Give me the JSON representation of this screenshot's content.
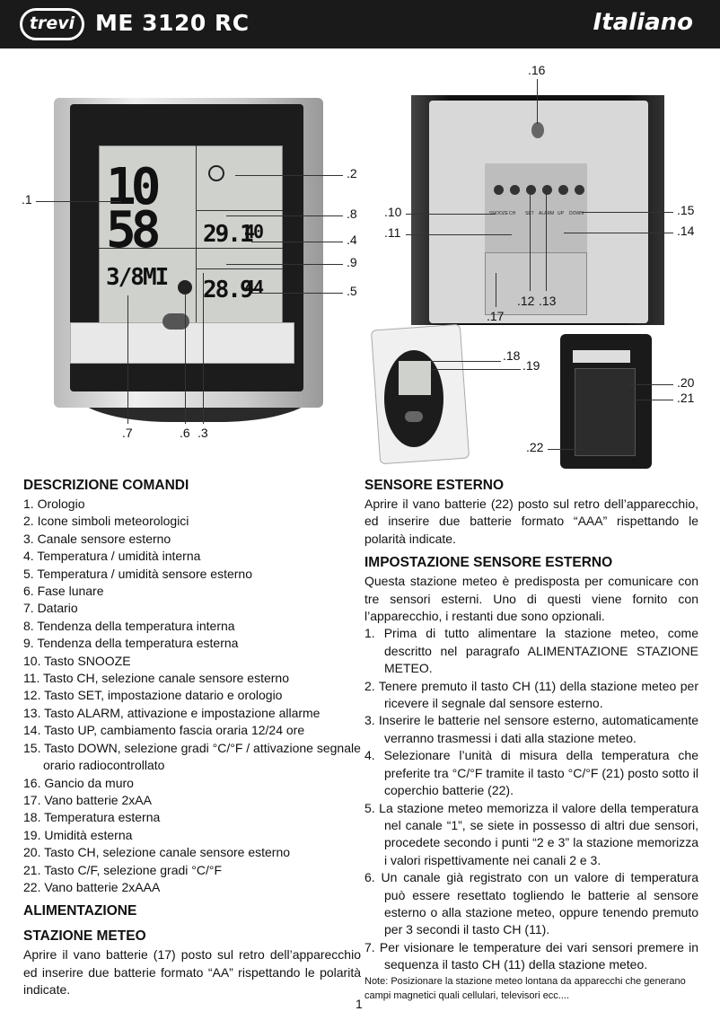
{
  "header": {
    "logo": "trevi",
    "model": "ME 3120 RC",
    "language": "Italiano"
  },
  "figure": {
    "callouts": [
      ".1",
      ".2",
      ".8",
      ".4",
      ".9",
      ".5",
      ".7",
      ".6",
      ".3",
      ".16",
      ".10",
      ".11",
      ".15",
      ".14",
      ".12",
      ".13",
      ".17",
      ".18",
      ".19",
      ".20",
      ".21",
      ".22"
    ],
    "back_buttons": [
      "SNOOZE",
      "CH",
      "SET",
      "ALARM",
      "UP",
      "DOWN"
    ]
  },
  "left": {
    "heading": "DESCRIZIONE COMANDI",
    "items": [
      "1.  Orologio",
      "2.  Icone simboli meteorologici",
      "3.  Canale sensore esterno",
      "4.  Temperatura / umidità interna",
      "5.  Temperatura / umidità sensore esterno",
      "6.  Fase lunare",
      "7.  Datario",
      "8.  Tendenza della temperatura interna",
      "9.  Tendenza della temperatura esterna",
      "10. Tasto SNOOZE",
      "11. Tasto CH, selezione canale sensore esterno",
      "12. Tasto SET, impostazione datario e orologio",
      "13. Tasto ALARM, attivazione e impostazione allarme",
      "14. Tasto UP, cambiamento fascia oraria 12/24 ore",
      "15. Tasto DOWN, selezione gradi °C/°F / attivazione segnale orario radiocontrollato",
      "16. Gancio da muro",
      "17. Vano batterie 2xAA",
      "18. Temperatura esterna",
      "19. Umidità esterna",
      "20. Tasto CH, selezione canale sensore esterno",
      "21. Tasto C/F, selezione gradi °C/°F",
      "22. Vano batterie 2xAAA"
    ],
    "heading2": "ALIMENTAZIONE",
    "heading3": "STAZIONE METEO",
    "para": "Aprire il vano batterie (17) posto sul retro dell’apparecchio ed inserire due batterie formato “AA” rispettando le polarità indicate."
  },
  "right": {
    "heading1": "SENSORE ESTERNO",
    "para1": "Aprire il vano batterie (22) posto sul retro dell’apparecchio, ed inserire due batterie formato “AAA” rispettando le polarità indicate.",
    "heading2": "IMPOSTAZIONE SENSORE ESTERNO",
    "para2": "Questa stazione meteo è predisposta per comunicare con tre sensori esterni. Uno di questi viene fornito con l’apparecchio, i restanti due sono opzionali.",
    "steps": [
      "1.  Prima di tutto alimentare la stazione meteo, come descritto nel paragrafo ALIMENTAZIONE STAZIONE METEO.",
      "2.  Tenere premuto il tasto CH (11) della stazione meteo per ricevere il segnale dal sensore esterno.",
      "3.  Inserire le batterie nel sensore esterno, automaticamente verranno trasmessi i dati alla stazione meteo.",
      "4.  Selezionare l’unità di misura della temperatura che preferite tra °C/°F tramite il tasto °C/°F (21) posto sotto il coperchio batterie (22).",
      "5.  La stazione meteo memorizza il valore della temperatura nel canale “1”, se siete in possesso di altri due sensori, procedete secondo i punti “2 e 3” la stazione memorizza i valori rispettivamente nei canali 2 e 3.",
      "6.  Un canale già registrato con un valore di temperatura può essere resettato togliendo le batterie al sensore esterno o alla stazione meteo, oppure tenendo premuto per 3 secondi il tasto CH (11).",
      "7.  Per visionare le temperature dei vari sensori premere in sequenza il tasto CH (11) della stazione meteo."
    ],
    "note": "Note: Posizionare la stazione meteo lontana da apparecchi che generano campi magnetici quali cellulari, televisori ecc...."
  },
  "page_number": "1"
}
